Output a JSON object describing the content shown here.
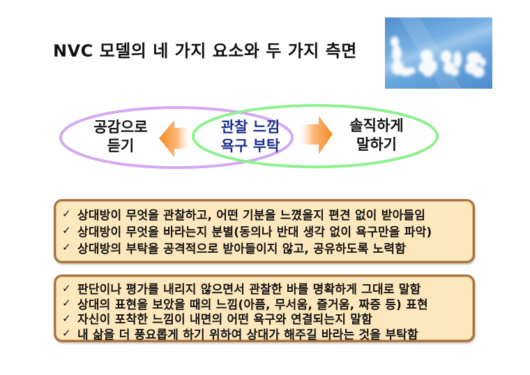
{
  "slide": {
    "title": "NVC 모델의 네 가지 요소와 두 가지 측면",
    "image": {
      "icon": "love-clouds-image",
      "text": "Love"
    }
  },
  "diagram": {
    "left_node": {
      "line1": "공감으로",
      "line2": "듣기",
      "ellipse_color": "#d2a6f2"
    },
    "center_node": {
      "line1": "관찰 느낌",
      "line2": "욕구 부탁",
      "text_color": "#1c2f8f"
    },
    "right_node": {
      "line1": "솔직하게",
      "line2": "말하기",
      "ellipse_color": "#8df08d"
    },
    "arrows": {
      "left_icon": "arrow-left-icon",
      "right_icon": "arrow-right-icon",
      "color": "#f7902a"
    }
  },
  "boxes": [
    {
      "lines": [
        {
          "check": "✓",
          "text": "상대방이 무엇을 관찰하고, 어떤 기분을 느꼈을지 편견 없이 받아들임"
        },
        {
          "check": "✓",
          "text": "상대방이 무엇을 바라는지 분별(동의나 반대 생각 없이 욕구만을 파악)"
        },
        {
          "check": "✓",
          "text": "상대방의 부탁을 공격적으로 받아들이지 않고, 공유하도록 노력함"
        }
      ]
    },
    {
      "lines": [
        {
          "check": "✓",
          "text": "판단이나 평가를 내리지 않으면서 관찰한 바를 명확하게 그대로 말함"
        },
        {
          "check": "✓",
          "text": "상대의 표현을 보았을 때의 느낌(아픔, 무서움, 즐거움, 짜증 등) 표현"
        },
        {
          "check": "✓",
          "text": "자신이 포착한 느낌이 내면의 어떤 욕구와 연결되는지 말함"
        },
        {
          "check": "✓",
          "text": "내 삶을 더 풍요롭게 하기 위하여 상대가 해주길 바라는 것을 부탁함"
        }
      ]
    }
  ],
  "colors": {
    "box_fill": "#fde7bd",
    "box_border": "#a47643"
  }
}
